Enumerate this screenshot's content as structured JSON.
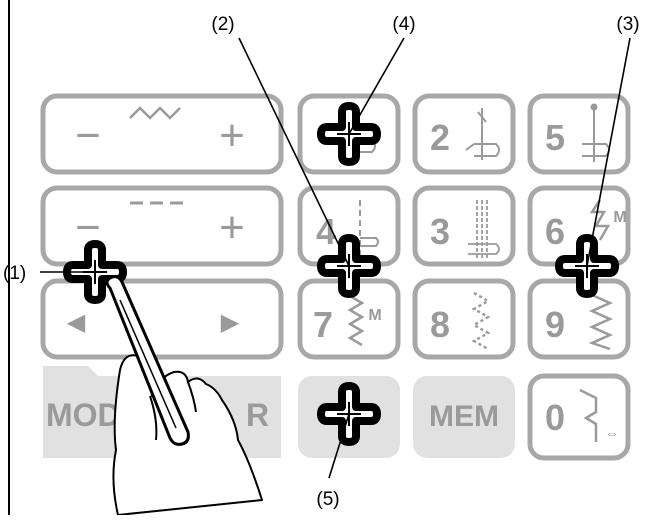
{
  "callouts": [
    {
      "id": "1",
      "label": "(1)"
    },
    {
      "id": "2",
      "label": "(2)"
    },
    {
      "id": "3",
      "label": "(3)"
    },
    {
      "id": "4",
      "label": "(4)"
    },
    {
      "id": "5",
      "label": "(5)"
    }
  ],
  "keypad": {
    "stitch_width_key": {
      "minus": "−",
      "plus": "+",
      "icon": "zigzag-width-icon"
    },
    "stitch_length_key": {
      "minus": "−",
      "plus": "+",
      "icon": "dashed-length-icon"
    },
    "cursor_key": {
      "left": "◀",
      "right": "▶"
    },
    "mode_clear_key": {
      "label_left": "MOD",
      "label_right": "R"
    },
    "mem_key": {
      "label": "MEM"
    },
    "pattern_keys": [
      {
        "digit": "2",
        "icon": "buttonhole-icon"
      },
      {
        "digit": "3",
        "icon": "straight-stitch-icon"
      },
      {
        "digit": "4",
        "icon": "straight-stitch-icon"
      },
      {
        "digit": "5",
        "icon": "triple-stitch-icon"
      },
      {
        "digit": "6",
        "icon": "zigzag-m-icon",
        "mark": "M"
      },
      {
        "digit": "7",
        "icon": "zigzag-m-icon",
        "mark": "M"
      },
      {
        "digit": "8",
        "icon": "dotted-zigzag-icon"
      },
      {
        "digit": "9",
        "icon": "satin-zigzag-icon"
      },
      {
        "digit": "0",
        "icon": "bracket-arrow-icon",
        "mark": "⇔"
      }
    ]
  },
  "colors": {
    "key_border": "#a8a8a8",
    "key_fill": "#ffffff",
    "key_text": "#9a9a9a",
    "shaded_key": "#e1e1e1",
    "cross_fill": "#ffffff",
    "cross_stroke": "#000000",
    "line": "#000000"
  }
}
